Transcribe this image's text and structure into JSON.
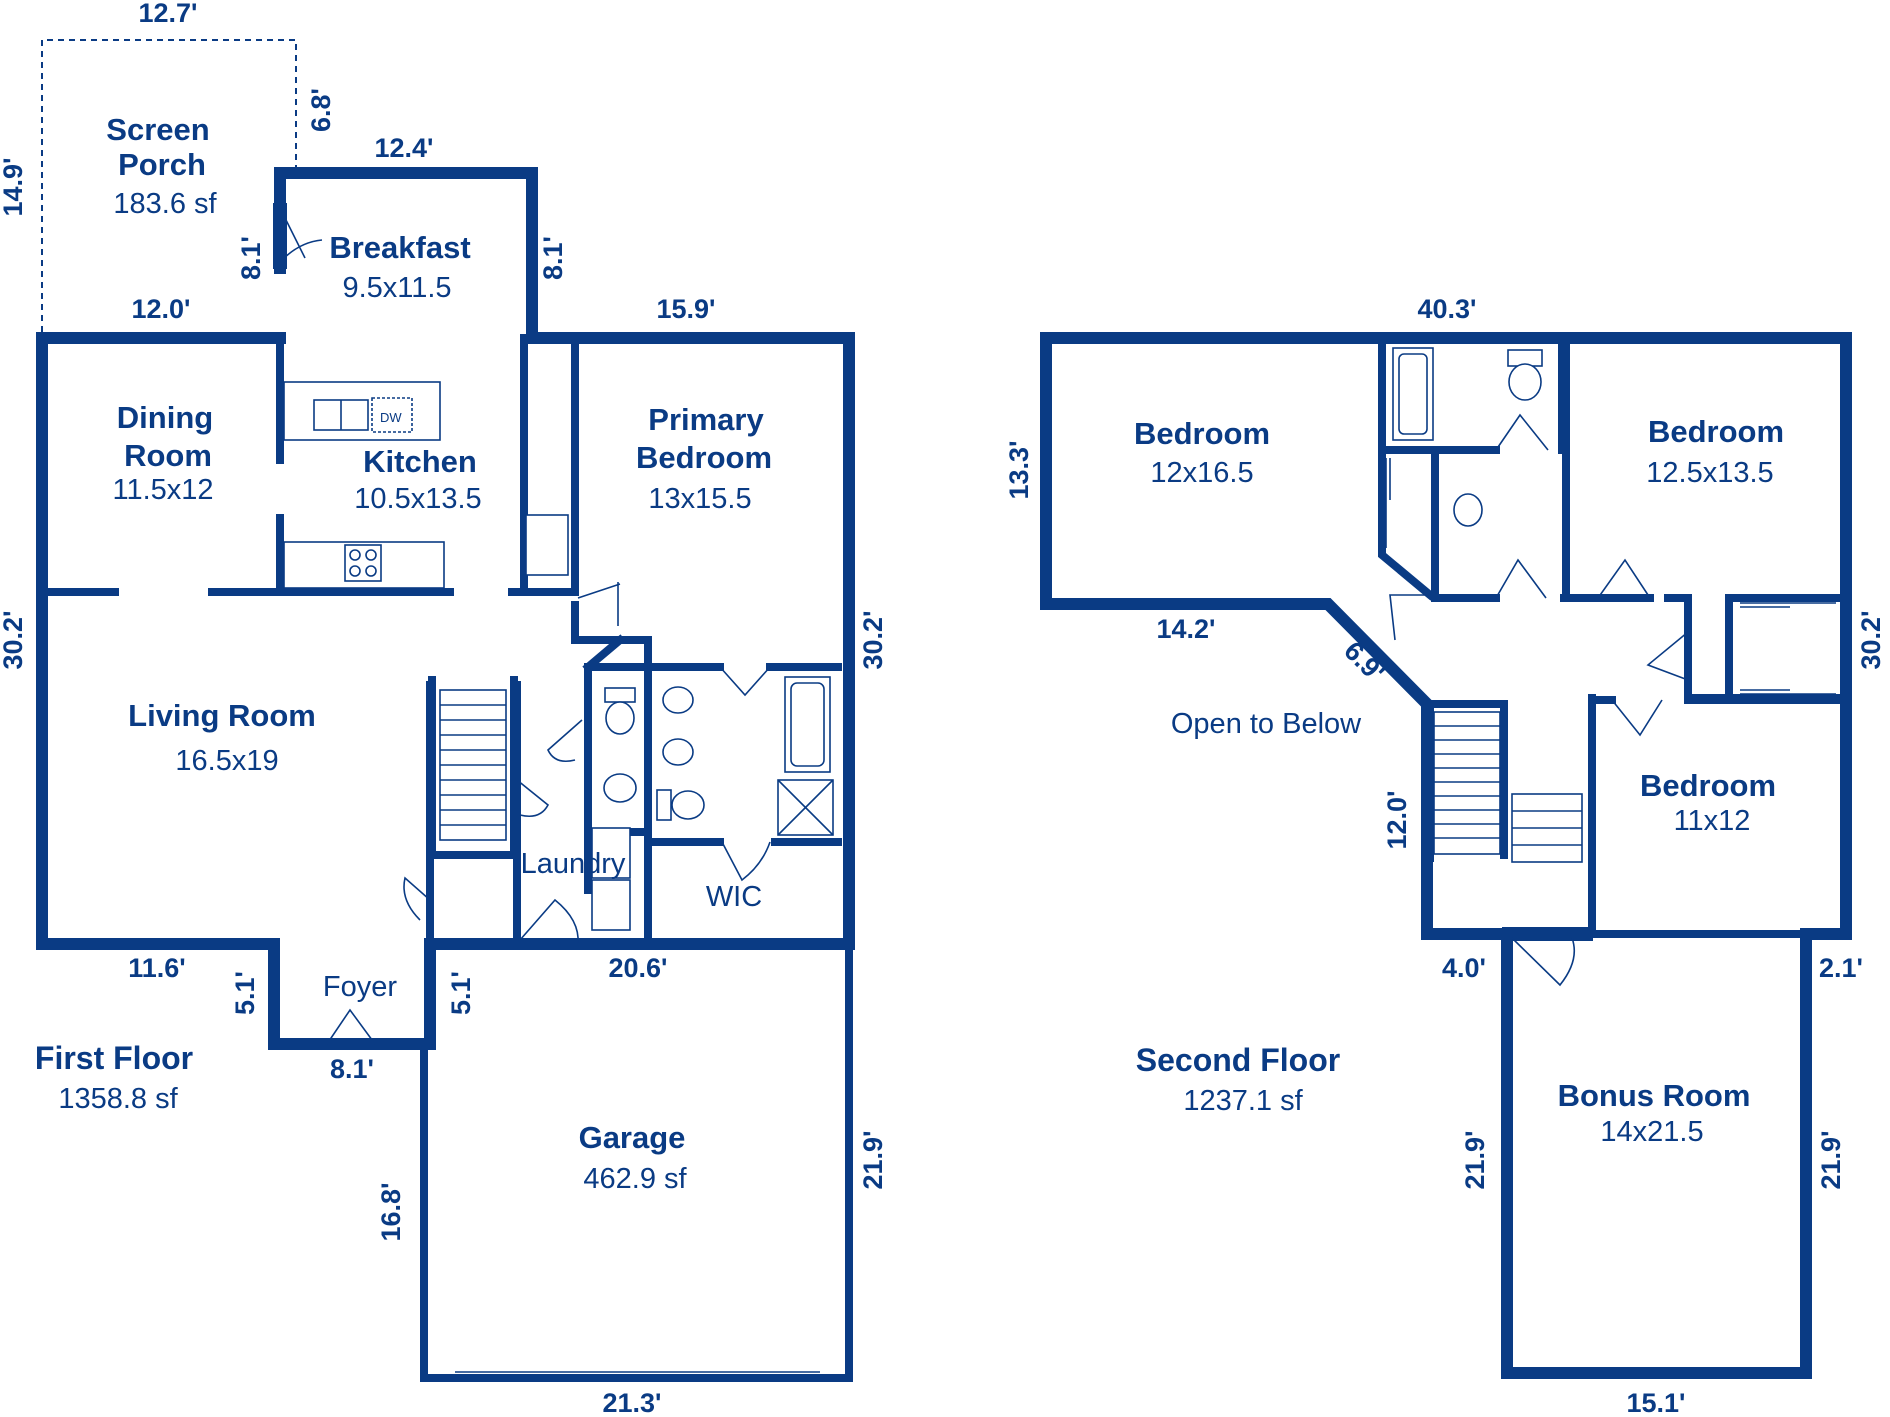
{
  "first_floor": {
    "title": "First Floor",
    "area": "1358.8 sf",
    "rooms": {
      "screen_porch": {
        "name_line1": "Screen",
        "name_line2": "Porch",
        "dims": "183.6 sf"
      },
      "breakfast": {
        "name": "Breakfast",
        "dims": "9.5x11.5"
      },
      "dining": {
        "name_line1": "Dining",
        "name_line2": "Room",
        "dims": "11.5x12"
      },
      "kitchen": {
        "name": "Kitchen",
        "dims": "10.5x13.5"
      },
      "primary_bedroom": {
        "name_line1": "Primary",
        "name_line2": "Bedroom",
        "dims": "13x15.5"
      },
      "living": {
        "name": "Living Room",
        "dims": "16.5x19"
      },
      "laundry": {
        "name": "Laundry"
      },
      "wic": {
        "name": "WIC"
      },
      "foyer": {
        "name": "Foyer"
      },
      "garage": {
        "name": "Garage",
        "dims": "462.9 sf"
      }
    },
    "fixtures": {
      "dishwasher": "DW"
    },
    "measurements": {
      "porch_top": "12.7'",
      "porch_side": "6.8'",
      "porch_left": "14.9'",
      "breakfast_top": "12.4'",
      "breakfast_left": "8.1'",
      "breakfast_right": "8.1'",
      "dining_top": "12.0'",
      "bedroom_top": "15.9'",
      "left_side": "30.2'",
      "right_side": "30.2'",
      "bottom_left": "11.6'",
      "foyer_left": "5.1'",
      "foyer_right": "5.1'",
      "foyer_bottom": "8.1'",
      "bottom_right": "20.6'",
      "garage_left": "16.8'",
      "garage_right": "21.9'",
      "garage_bottom": "21.3'"
    }
  },
  "second_floor": {
    "title": "Second Floor",
    "area": "1237.1 sf",
    "open_to_below": "Open to Below",
    "rooms": {
      "bedroom_left": {
        "name": "Bedroom",
        "dims": "12x16.5"
      },
      "bedroom_right": {
        "name": "Bedroom",
        "dims": "12.5x13.5"
      },
      "bedroom_mid": {
        "name": "Bedroom",
        "dims": "11x12"
      },
      "bonus": {
        "name": "Bonus Room",
        "dims": "14x21.5"
      }
    },
    "measurements": {
      "top": "40.3'",
      "left": "13.3'",
      "right": "30.2'",
      "bedroom_bottom": "14.2'",
      "diagonal": "6.9'",
      "stair_left": "12.0'",
      "step_left": "4.0'",
      "step_right": "2.1'",
      "bonus_left": "21.9'",
      "bonus_right": "21.9'",
      "bonus_bottom": "15.1'"
    }
  }
}
